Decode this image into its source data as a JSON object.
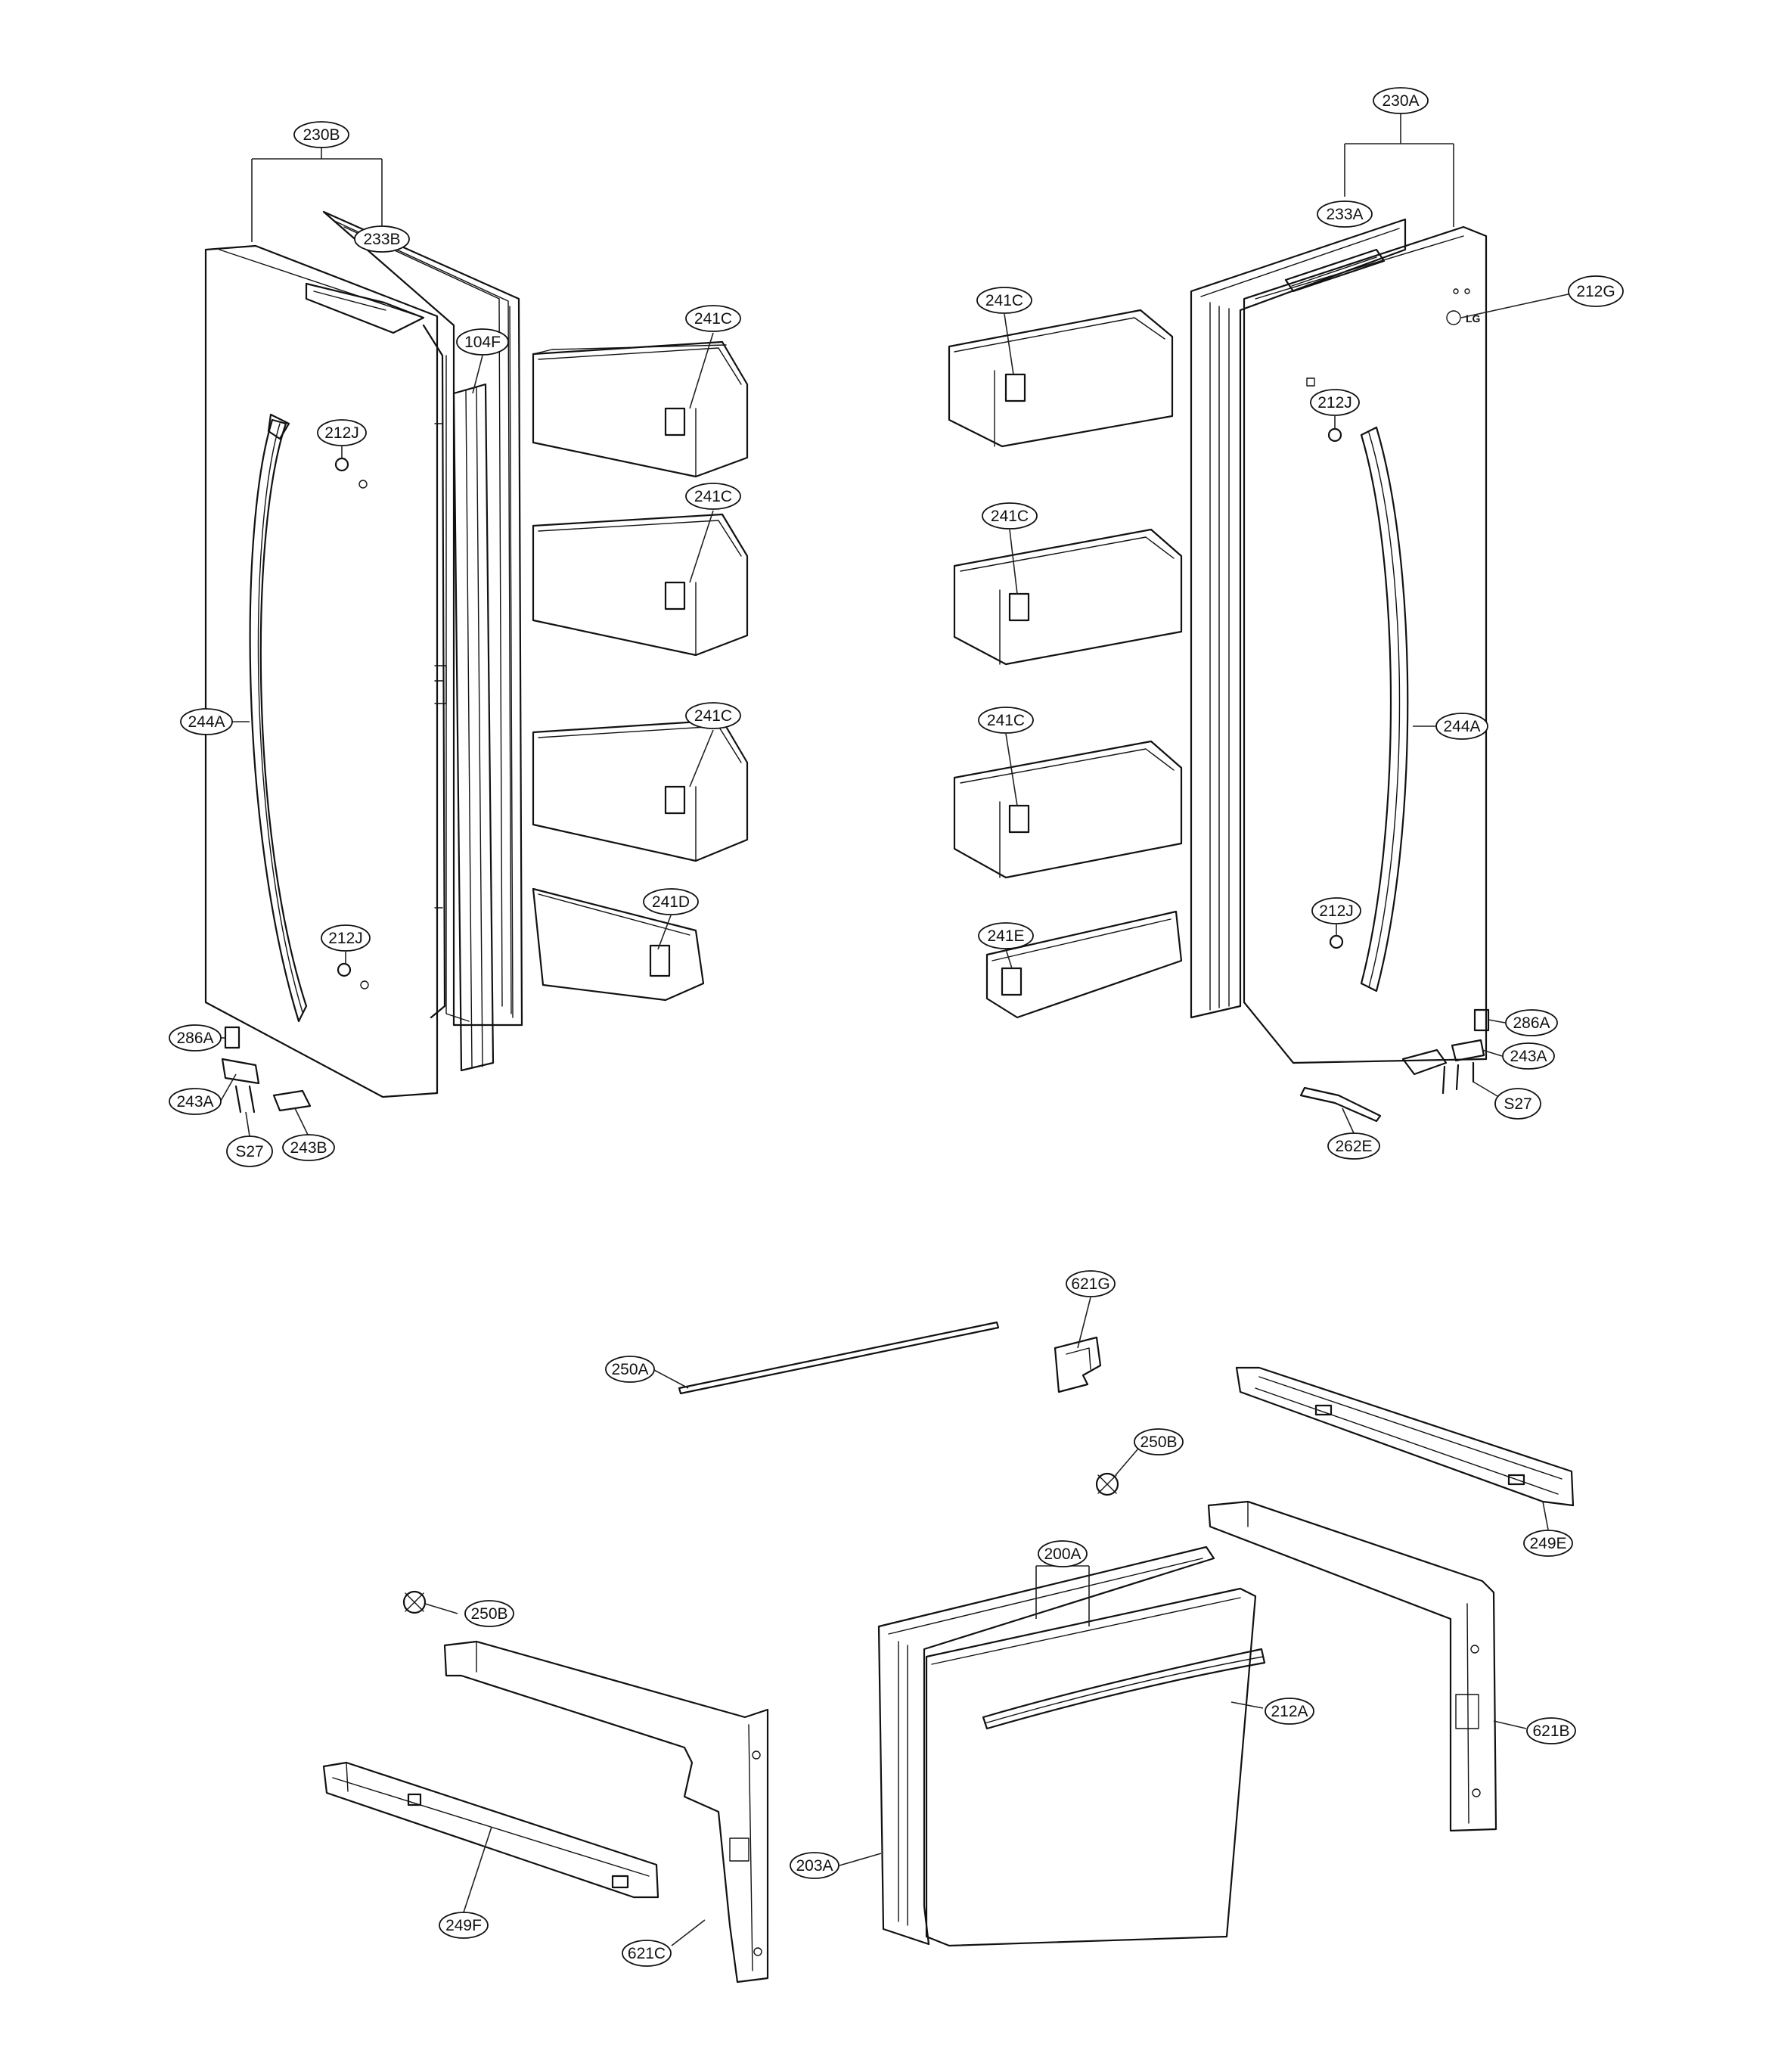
{
  "title": "",
  "labels": {
    "p230B": "230B",
    "p233B": "233B",
    "p104F": "104F",
    "p241C": "241C",
    "p241D": "241D",
    "p241E": "241E",
    "p230A": "230A",
    "p233A": "233A",
    "p212G": "212G",
    "p212J": "212J",
    "p244A": "244A",
    "p286A": "286A",
    "p243A": "243A",
    "p243B": "243B",
    "pS27": "S27",
    "p262E": "262E",
    "p250A": "250A",
    "p621G": "621G",
    "p250B": "250B",
    "p249E": "249E",
    "p200A": "200A",
    "p212A": "212A",
    "p621B": "621B",
    "p249F": "249F",
    "p203A": "203A",
    "p621C": "621C"
  },
  "logo_text": "LG"
}
